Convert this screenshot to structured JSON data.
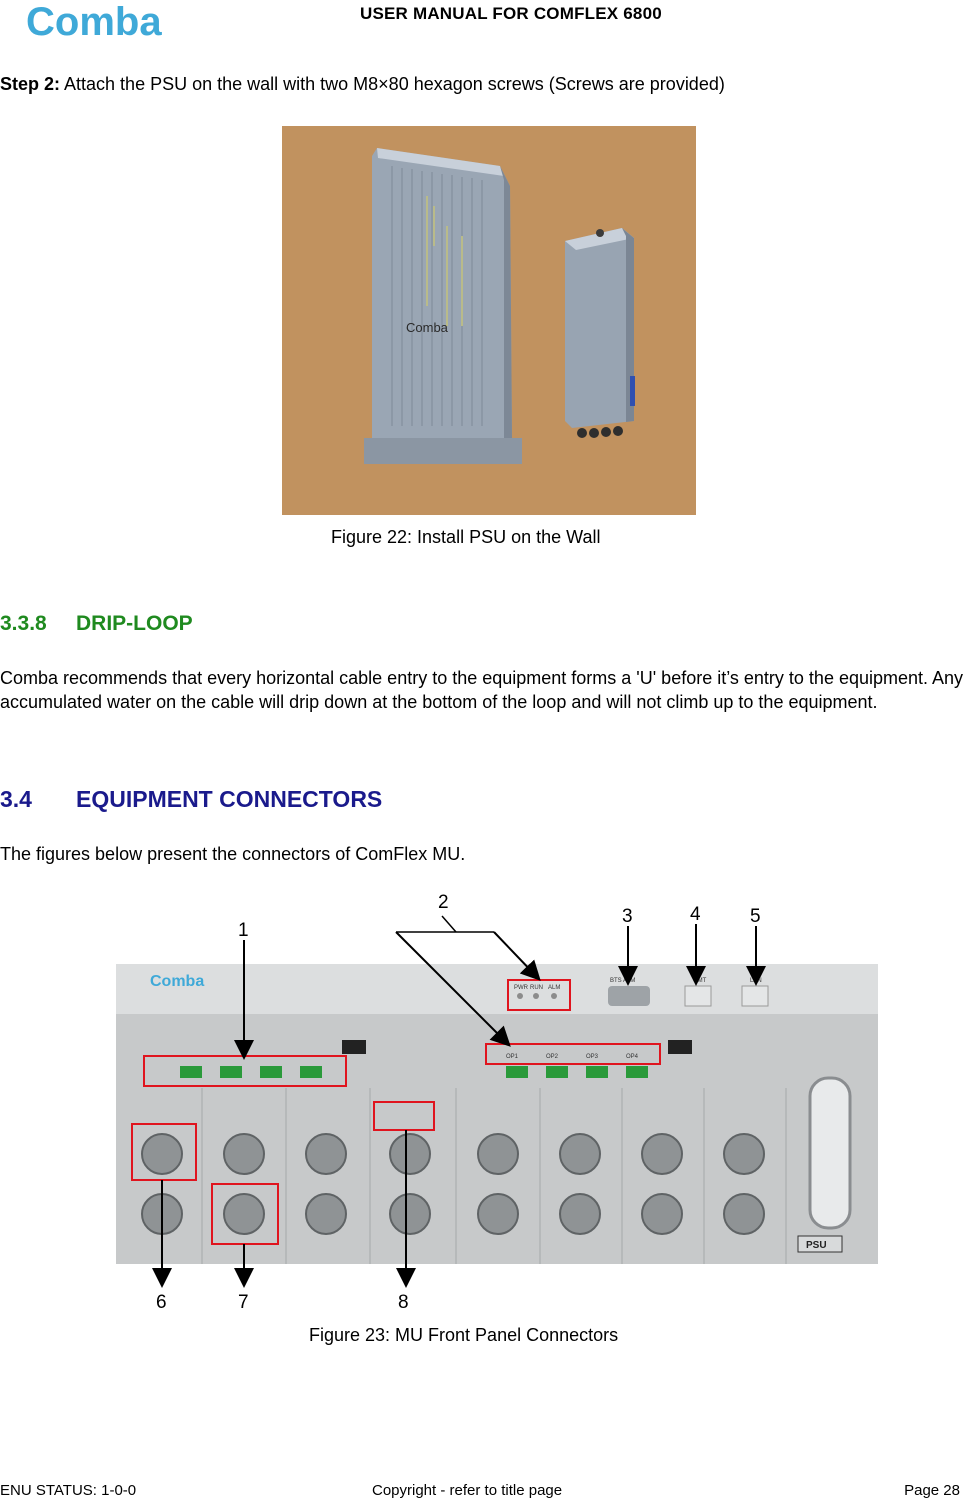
{
  "header": {
    "logo_text": "Comba",
    "title": "USER MANUAL FOR COMFLEX 6800"
  },
  "step2": {
    "label": "Step 2:",
    "text": " Attach the PSU on the wall with two M8×80 hexagon screws (Screws are provided)"
  },
  "figure22": {
    "caption": "Figure 22: Install PSU on the Wall",
    "unit_logo_text": "Comba"
  },
  "section_drip": {
    "number": "3.3.8",
    "title": "DRIP-LOOP",
    "paragraph": "Comba recommends that every horizontal cable entry to the equipment forms a 'U' before it’s entry to the equipment. Any accumulated water on the cable will drip down at the bottom of the loop and will not climb up to the equipment."
  },
  "section_connectors": {
    "number": "3.4",
    "title": "EQUIPMENT CONNECTORS",
    "intro": "The figures below present the connectors of ComFlex MU."
  },
  "figure23": {
    "caption": "Figure 23: MU Front Panel Connectors",
    "panel_logo": "Comba",
    "callouts": [
      "1",
      "2",
      "3",
      "4",
      "5",
      "6",
      "7",
      "8"
    ],
    "led_labels": [
      "PWR",
      "RUN",
      "ALM"
    ],
    "port_labels": [
      "BTS ALM",
      "OMT",
      "LAN"
    ],
    "op_labels": [
      "OP1",
      "OP2",
      "OP3",
      "OP4"
    ],
    "psu_label": "PSU"
  },
  "footer": {
    "status": "ENU STATUS: 1-0-0",
    "copyright": "Copyright - refer to title page",
    "page": "Page 28"
  },
  "colors": {
    "heading_green": "#1f8a1f",
    "heading_blue": "#1a1a8c",
    "logo_blue": "#3fa9d8",
    "callout_red": "#e0141e",
    "wall": "#c1925f"
  }
}
